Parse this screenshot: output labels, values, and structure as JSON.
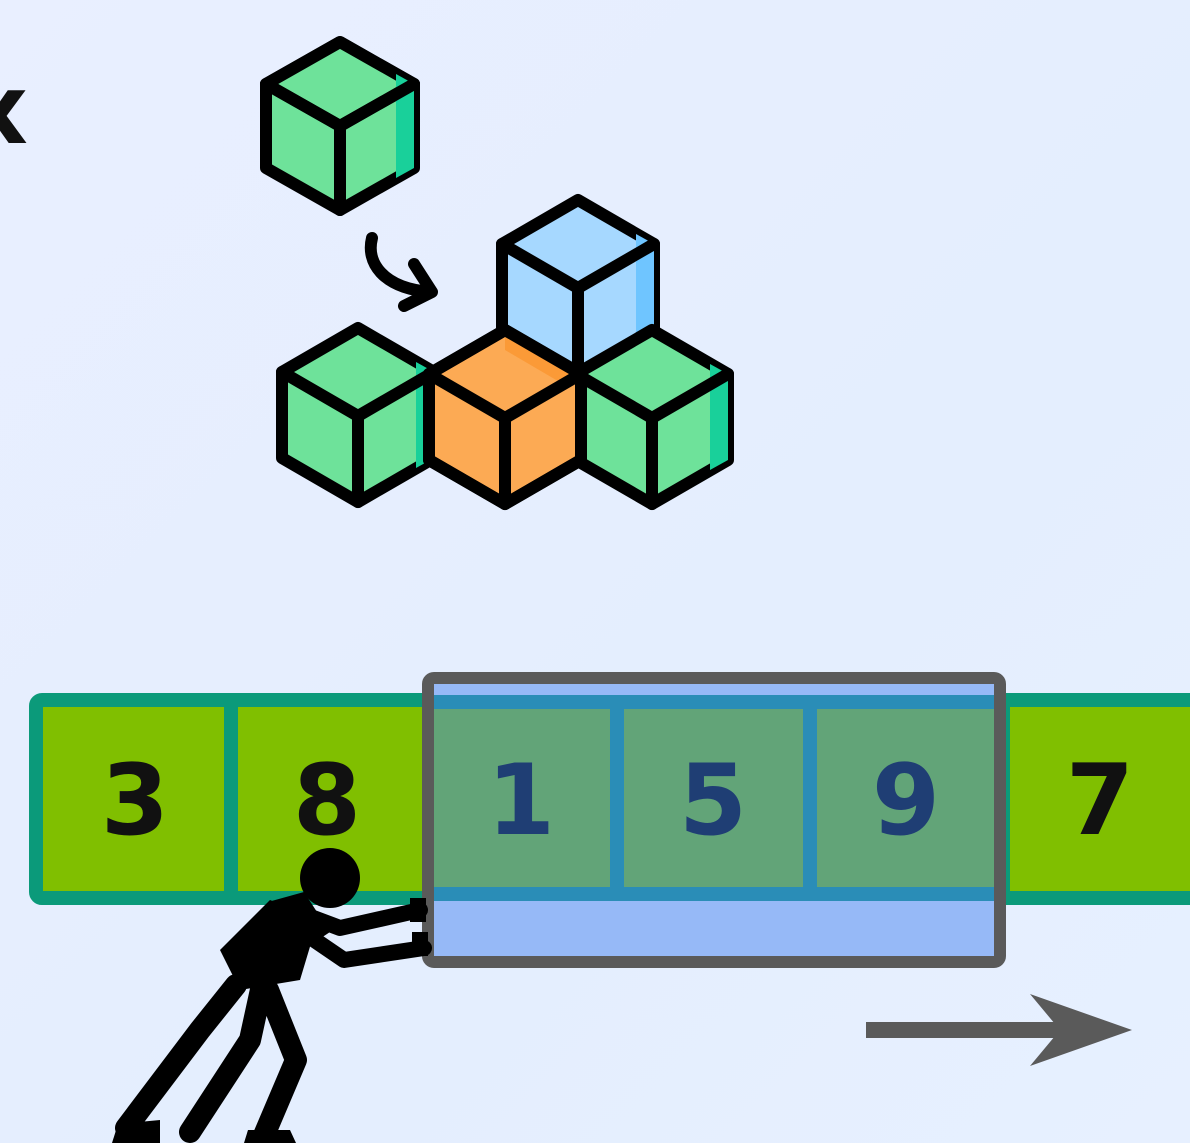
{
  "header": {
    "cut_title_fragment": "x"
  },
  "icons": {
    "blocks": "stacking-cubes-icon",
    "curve_arrow": "curved-arrow-icon",
    "pusher": "pushing-person-icon",
    "direction": "right-arrow-icon"
  },
  "array": {
    "values": [
      "3",
      "8",
      "1",
      "5",
      "9",
      "7"
    ],
    "window_values": [
      "1",
      "5",
      "9"
    ]
  },
  "colors": {
    "cell_fill": "#80bf00",
    "cell_border": "#0b9a7a",
    "window_fill": "#62a478",
    "window_border": "#5a5a5a",
    "window_band": "#96b9f7",
    "window_number": "#1f3e74",
    "number": "#111111",
    "cube_green": "#6ee29a",
    "cube_blue": "#a6d8ff",
    "cube_orange": "#fcaa54"
  }
}
